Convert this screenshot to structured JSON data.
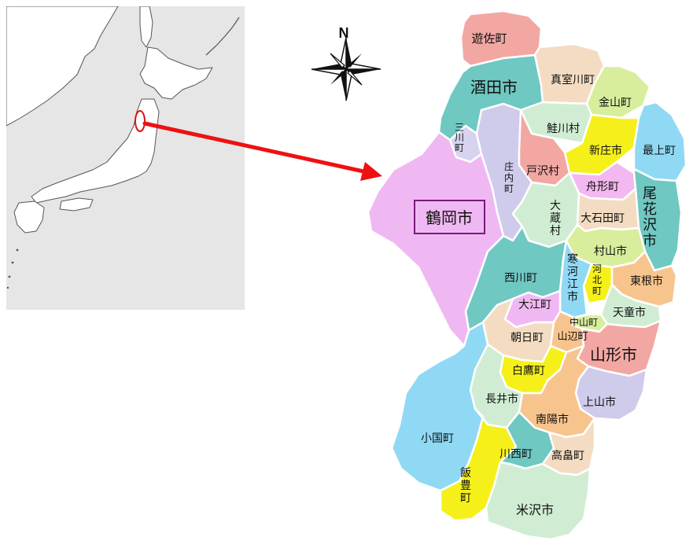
{
  "compass": {
    "label": "N",
    "icon": "compass-rose-icon"
  },
  "inset": {
    "description_colors": {
      "sea": "#e6e6e6",
      "land": "#ffffff",
      "highlight": "#e01010"
    },
    "arrow_icon": "red-arrow-icon"
  },
  "highlight_label": "鶴岡市",
  "municipalities": [
    {
      "key": "yuza",
      "label": "遊佐町",
      "color": "#f2a7a3"
    },
    {
      "key": "sakata",
      "label": "酒田市",
      "color": "#6fc8c2"
    },
    {
      "key": "mamurogawa",
      "label": "真室川町",
      "color": "#f4dcc2"
    },
    {
      "key": "kaneyama",
      "label": "金山町",
      "color": "#d8ee9c"
    },
    {
      "key": "sakegawa",
      "label": "鮭川村",
      "color": "#d0edd3"
    },
    {
      "key": "mikawa",
      "label": "三川町",
      "color": "#d7d3ef"
    },
    {
      "key": "shinjo",
      "label": "新庄市",
      "color": "#f5f01a"
    },
    {
      "key": "mogami",
      "label": "最上町",
      "color": "#8fd9f5"
    },
    {
      "key": "shonai",
      "label": "庄内町",
      "color": "#cfcbeb"
    },
    {
      "key": "tozawa",
      "label": "戸沢村",
      "color": "#f2a7a3"
    },
    {
      "key": "tsuruoka",
      "label": "鶴岡市",
      "color": "#f0b8f2"
    },
    {
      "key": "funagata",
      "label": "舟形町",
      "color": "#f4b8f0"
    },
    {
      "key": "obanazawa",
      "label": "尾花沢市",
      "color": "#6fc8c2"
    },
    {
      "key": "okura",
      "label": "大蔵村",
      "color": "#d0edd3"
    },
    {
      "key": "oishida",
      "label": "大石田町",
      "color": "#f4dcc2"
    },
    {
      "key": "murayama",
      "label": "村山市",
      "color": "#d8ee9c"
    },
    {
      "key": "nishikawa",
      "label": "西川町",
      "color": "#6fc8c2"
    },
    {
      "key": "sagae",
      "label": "寒河江市",
      "color": "#8fd9f5"
    },
    {
      "key": "kahoku",
      "label": "河北町",
      "color": "#f5f01a"
    },
    {
      "key": "higashine",
      "label": "東根市",
      "color": "#f8c48e"
    },
    {
      "key": "oe",
      "label": "大江町",
      "color": "#f0b8f2"
    },
    {
      "key": "tendo",
      "label": "天童市",
      "color": "#d0edd3"
    },
    {
      "key": "nakayama",
      "label": "中山町",
      "color": "#d8ee9c"
    },
    {
      "key": "asahi",
      "label": "朝日町",
      "color": "#f4dcc2"
    },
    {
      "key": "yamanobe",
      "label": "山辺町",
      "color": "#f8c48e"
    },
    {
      "key": "yamagata",
      "label": "山形市",
      "color": "#f2a7a3"
    },
    {
      "key": "shirataka",
      "label": "白鷹町",
      "color": "#f5f01a"
    },
    {
      "key": "nagai",
      "label": "長井市",
      "color": "#d0edd3"
    },
    {
      "key": "kaminoyama",
      "label": "上山市",
      "color": "#cfcbeb"
    },
    {
      "key": "nanyo",
      "label": "南陽市",
      "color": "#f8c48e"
    },
    {
      "key": "oguni",
      "label": "小国町",
      "color": "#8fd9f5"
    },
    {
      "key": "iide",
      "label": "飯豊町",
      "color": "#f5f01a"
    },
    {
      "key": "kawanishi",
      "label": "川西町",
      "color": "#6fc8c2"
    },
    {
      "key": "takahata",
      "label": "高畠町",
      "color": "#f4dcc2"
    },
    {
      "key": "yonezawa",
      "label": "米沢市",
      "color": "#d0edd3"
    }
  ]
}
